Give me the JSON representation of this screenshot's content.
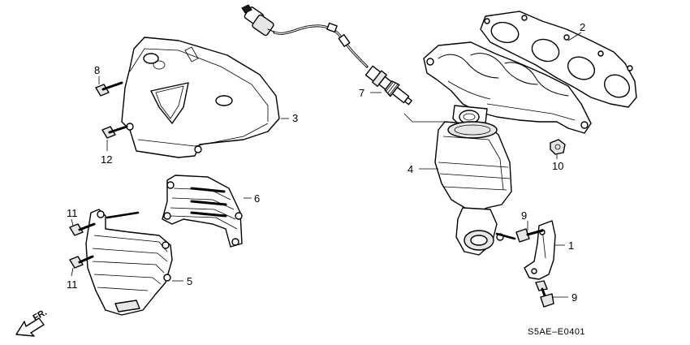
{
  "diagram_code": "S5AE–E0401",
  "front_label": "FR.",
  "callouts": [
    {
      "id": "c1",
      "text": "1"
    },
    {
      "id": "c2",
      "text": "2"
    },
    {
      "id": "c3",
      "text": "3"
    },
    {
      "id": "c4",
      "text": "4"
    },
    {
      "id": "c5",
      "text": "5"
    },
    {
      "id": "c6",
      "text": "6"
    },
    {
      "id": "c7",
      "text": "7"
    },
    {
      "id": "c8",
      "text": "8"
    },
    {
      "id": "c9a",
      "text": "9"
    },
    {
      "id": "c9b",
      "text": "9"
    },
    {
      "id": "c10",
      "text": "10"
    },
    {
      "id": "c11a",
      "text": "11"
    },
    {
      "id": "c11b",
      "text": "11"
    },
    {
      "id": "c12",
      "text": "12"
    }
  ]
}
